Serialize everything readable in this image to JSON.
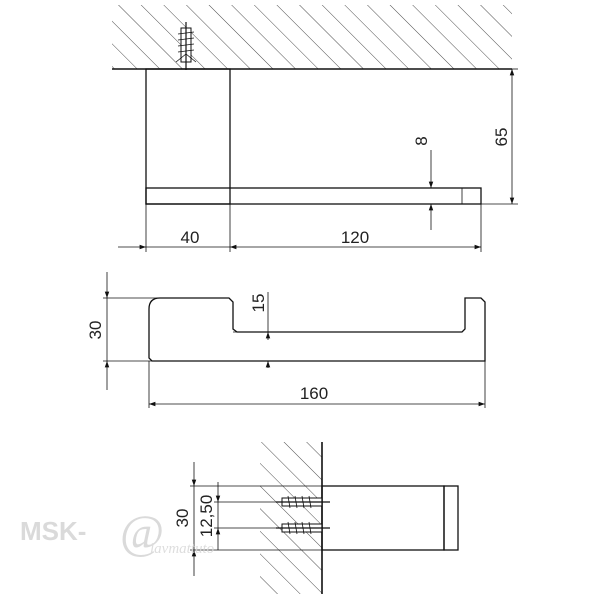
{
  "top_view": {
    "dim_base": "40",
    "dim_arm": "120",
    "dim_thickness": "8",
    "dim_height": "65"
  },
  "side_view": {
    "dim_height": "30",
    "dim_gap": "15",
    "dim_length": "160"
  },
  "bottom_view": {
    "dim_height": "30",
    "dim_spacing": "12,50"
  },
  "watermark": {
    "brand": "MSK-",
    "at_symbol": "@",
    "domain_text": "lavmattuto"
  }
}
